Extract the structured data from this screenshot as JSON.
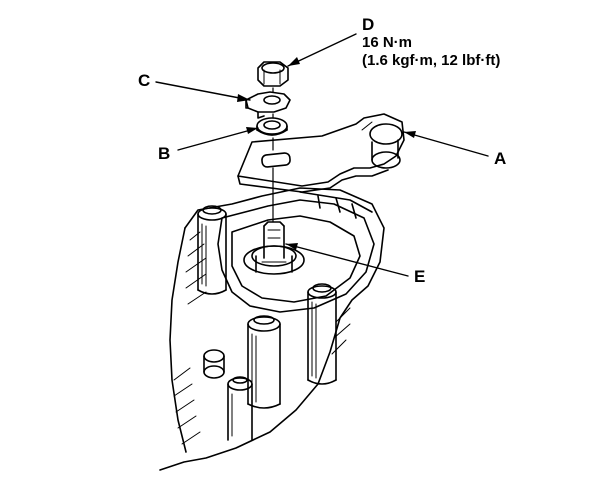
{
  "callouts": {
    "a": "A",
    "b": "B",
    "c": "C",
    "d": "D",
    "e": "E"
  },
  "torque_spec": {
    "line1": "16 N·m",
    "line2": "(1.6 kgf·m, 12 lbf·ft)"
  },
  "colors": {
    "line": "#000000",
    "paper": "#ffffff"
  }
}
